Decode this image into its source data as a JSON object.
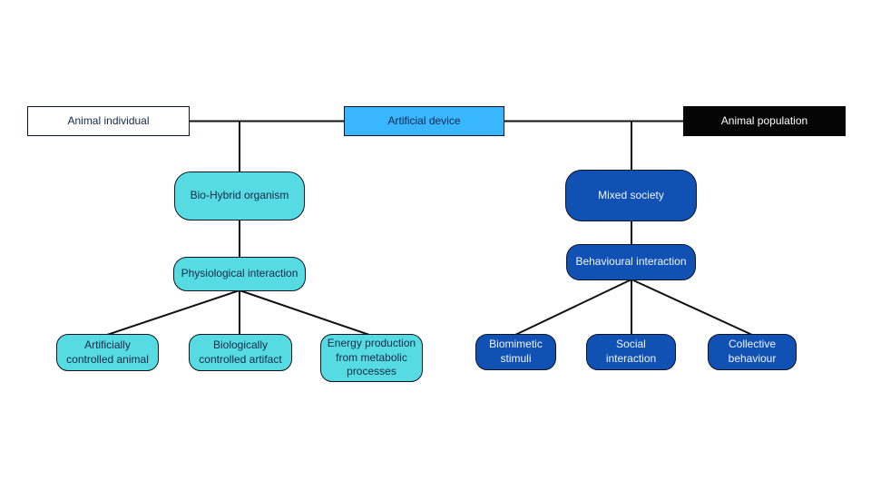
{
  "colors": {
    "canvas_bg": "#ffffff",
    "line": "#111111",
    "turquoise": "#56dbe2",
    "royal_blue": "#1151b3",
    "light_blue": "#38b6ff",
    "black_box": "#050505",
    "dark_text": "#13294b",
    "light_text": "#eef5ff"
  },
  "nodes": {
    "animal_individual": "Animal individual",
    "artificial_device": "Artificial device",
    "animal_population": "Animal population",
    "bio_hybrid_organism": "Bio-Hybrid organism",
    "physiological_interaction": "Physiological interaction",
    "artificially_controlled_animal": "Artificially controlled animal",
    "biologically_controlled_artifact": "Biologically controlled artifact",
    "energy_production": "Energy production from metabolic processes",
    "mixed_society": "Mixed society",
    "behavioural_interaction": "Behavioural interaction",
    "biomimetic_stimuli": "Biomimetic stimuli",
    "social_interaction": "Social interaction",
    "collective_behaviour": "Collective behaviour"
  }
}
